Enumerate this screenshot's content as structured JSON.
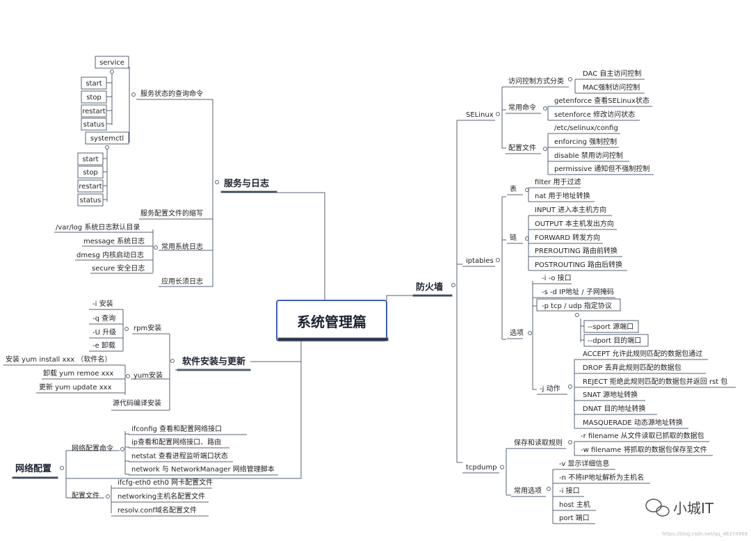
{
  "root": "系统管理篇",
  "branches": {
    "firewall": {
      "title": "防火墙",
      "selinux": {
        "label": "SELinux",
        "access_control": {
          "label": "访问控制方式分类",
          "items": [
            "DAC 自主访问控制",
            "MAC强制访问控制"
          ]
        },
        "common_commands": {
          "label": "常用命令",
          "items": [
            "getenforce  查看SELinux状态",
            "setenforce  修改访问状态"
          ]
        },
        "config_file": {
          "label": "配置文件",
          "items": [
            "/etc/selinux/config",
            "enforcing 强制控制",
            "disable  禁用访问控制",
            "permissive  通知但不强制控制"
          ]
        }
      },
      "iptables": {
        "label": "iptables",
        "table": {
          "label": "表",
          "items": [
            "filter 用于过滤",
            "nat  用于地址转换"
          ]
        },
        "chain": {
          "label": "链",
          "items": [
            "INPUT 进入本主机方向",
            "OUTPUT 本主机发出方向",
            "FORWARD  转发方向",
            "PREROUTING  路由前转换",
            "POSTROUTING  路由后转换"
          ]
        },
        "options": {
          "label": "选项",
          "items": [
            "-i -o 接口",
            "-s -d IP地址 / 子网掩码",
            "-p  tcp / udp  指定协议"
          ],
          "protocol_items": [
            "--sport  源端口",
            "--dport  目的端口"
          ],
          "action": {
            "label": "-j  动作",
            "items": [
              "ACCEPT  允许此规则匹配的数据包通过",
              "DROP  丢弃此规则匹配的数据包",
              "REJECT  拒绝此规则匹配的数据包并返回  rst  包",
              "SNAT  源地址转换",
              "DNAT  目的地址转换",
              "MASQUERADE  动态源地址转换"
            ]
          }
        }
      },
      "tcpdump": {
        "label": "tcpdump",
        "save_read": {
          "label": "保存和读取规则",
          "items": [
            "-r  filename  从文件读取已抓取的数据包",
            "-w filename  将抓取的数据包保存至文件"
          ]
        },
        "common_options": {
          "label": "常用选项",
          "items": [
            "-v  显示详细信息",
            "-n  不将IP地址解析为主机名",
            "-i  接口",
            "host  主机",
            "port 端口"
          ]
        }
      }
    },
    "service_log": {
      "title": "服务与日志",
      "status_query": {
        "label": "服务状态的查询命令",
        "service": {
          "label": "service",
          "items": [
            "start",
            "stop",
            "restart",
            "status"
          ]
        },
        "systemctl": {
          "label": "systemctl",
          "items": [
            "start",
            "stop",
            "restart",
            "status"
          ]
        }
      },
      "config_abbrev": "服务配置文件的缩写",
      "common_logs": {
        "label": "常用系统日志",
        "items": [
          "/var/log  系统日志默认目录",
          "message 系统日志",
          "dmesg 内核启动日志",
          "secure 安全日志"
        ]
      },
      "app_log": "应用长须日志"
    },
    "software": {
      "title": "软件安装与更新",
      "rpm": {
        "label": "rpm安装",
        "items": [
          "-i  安装",
          "-q  查询",
          "-U 升级",
          "-e  卸载"
        ]
      },
      "yum": {
        "label": "yum安装",
        "items": [
          "安装  yum  install  xxx  （软件名）",
          "卸载  yum remoe  xxx",
          "更新  yum  update  xxx"
        ]
      },
      "source": "源代码编译安装"
    },
    "network": {
      "title": "网络配置",
      "commands": {
        "label": "网络配置命令",
        "items": [
          "ifconfig  查看和配置网络接口",
          "ip查看和配置网络接口、路由",
          "netstat  查看进程监听端口状态",
          "network 与 NetworkManager 网络管理脚本"
        ]
      },
      "config_files": {
        "label": "配置文件",
        "items": [
          "ifcfg-eth0 eth0 网卡配置文件",
          "networking主机名配置文件",
          "resolv.conf域名配置文件"
        ]
      }
    }
  },
  "logo_text": "小城IT",
  "logo_icon": "wechat-icon",
  "watermark": "https://blog.csdn.net/qq_46374969",
  "colors": {
    "line": "#4a5568",
    "accent": "#3f5cb8",
    "text": "#222222"
  }
}
